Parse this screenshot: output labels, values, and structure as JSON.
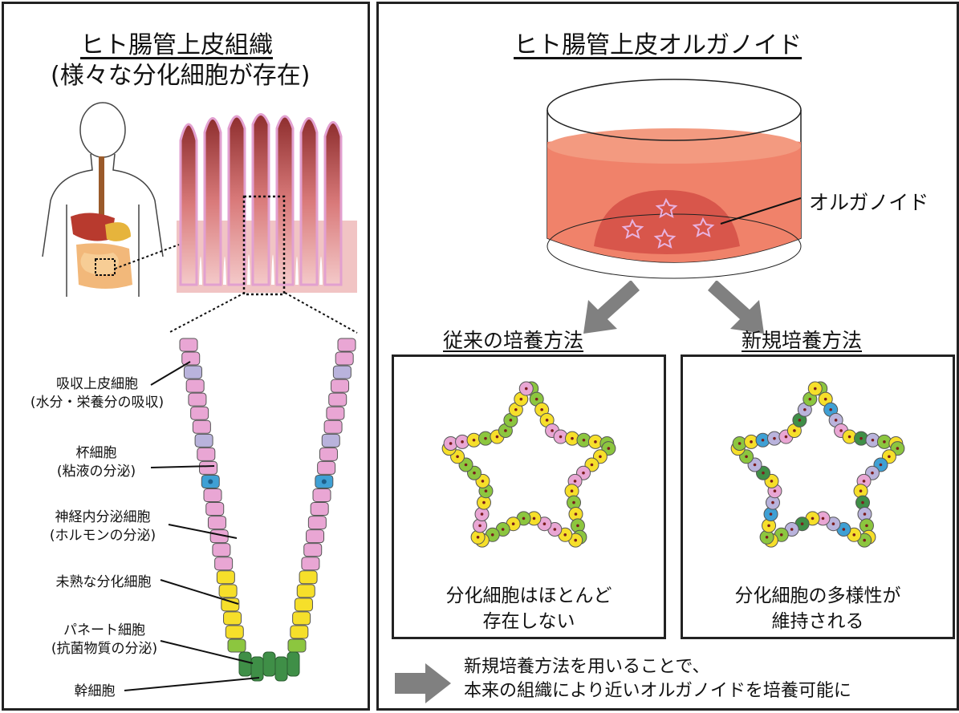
{
  "left": {
    "title": "ヒト腸管上皮組織",
    "subtitle": "(様々な分化細胞が存在)",
    "labels": [
      {
        "line1": "吸収上皮細胞",
        "line2": "(水分・栄養分の吸収)"
      },
      {
        "line1": "杯細胞",
        "line2": "(粘液の分泌)"
      },
      {
        "line1": "神経内分泌細胞",
        "line2": "(ホルモンの分泌)"
      },
      {
        "line1": "未熟な分化細胞",
        "line2": ""
      },
      {
        "line1": "パネート細胞",
        "line2": "(抗菌物質の分泌)"
      },
      {
        "line1": "幹細胞",
        "line2": ""
      }
    ]
  },
  "right": {
    "title": "ヒト腸管上皮オルガノイド",
    "dish_label": "オルガノイド",
    "conventional": {
      "title": "従来の培養方法",
      "caption1": "分化細胞はほとんど",
      "caption2": "存在しない"
    },
    "new": {
      "title": "新規培養方法",
      "caption1": "分化細胞の多様性が",
      "caption2": "維持される"
    },
    "footer1": "新規培養方法を用いることで、",
    "footer2": "本来の組織により近いオルガノイドを培養可能に"
  },
  "colors": {
    "absorptive": "#e9a6d4",
    "goblet": "#b9b3dc",
    "enteroendocrine": "#3fa0d4",
    "immature": "#f6df2a",
    "paneth": "#8cc63f",
    "stem": "#3f8f47",
    "medium": "#f0826a",
    "border": "#222222",
    "arrow": "#808080"
  }
}
